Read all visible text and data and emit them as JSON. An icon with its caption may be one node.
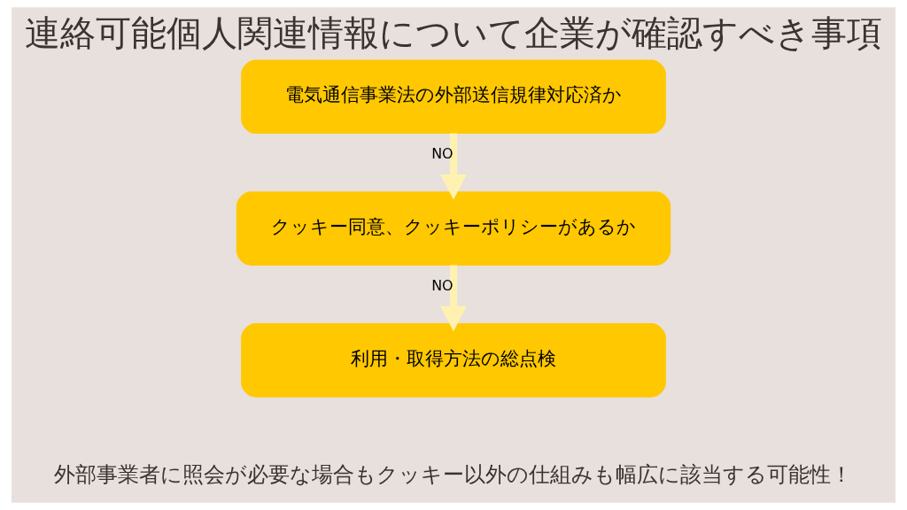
{
  "diagram": {
    "title": "連絡可能個人関連情報について企業が確認すべき事項",
    "caption": "外部事業者に照会が必要な場合もクッキー以外の仕組みも幅広に該当する可能性！",
    "nodes": [
      {
        "text": [
          "電気通信事業法の外部送信規律対応済か"
        ]
      },
      {
        "text": [
          "クッキー同意、クッキーポリシーがあるか"
        ]
      },
      {
        "text": [
          "利用・取得方法の総点検"
        ]
      }
    ],
    "edges": [
      {
        "from": 0,
        "to": 1,
        "arrow": "to",
        "label": "NO"
      },
      {
        "from": 1,
        "to": 2,
        "arrow": "to",
        "label": "NO"
      }
    ]
  }
}
